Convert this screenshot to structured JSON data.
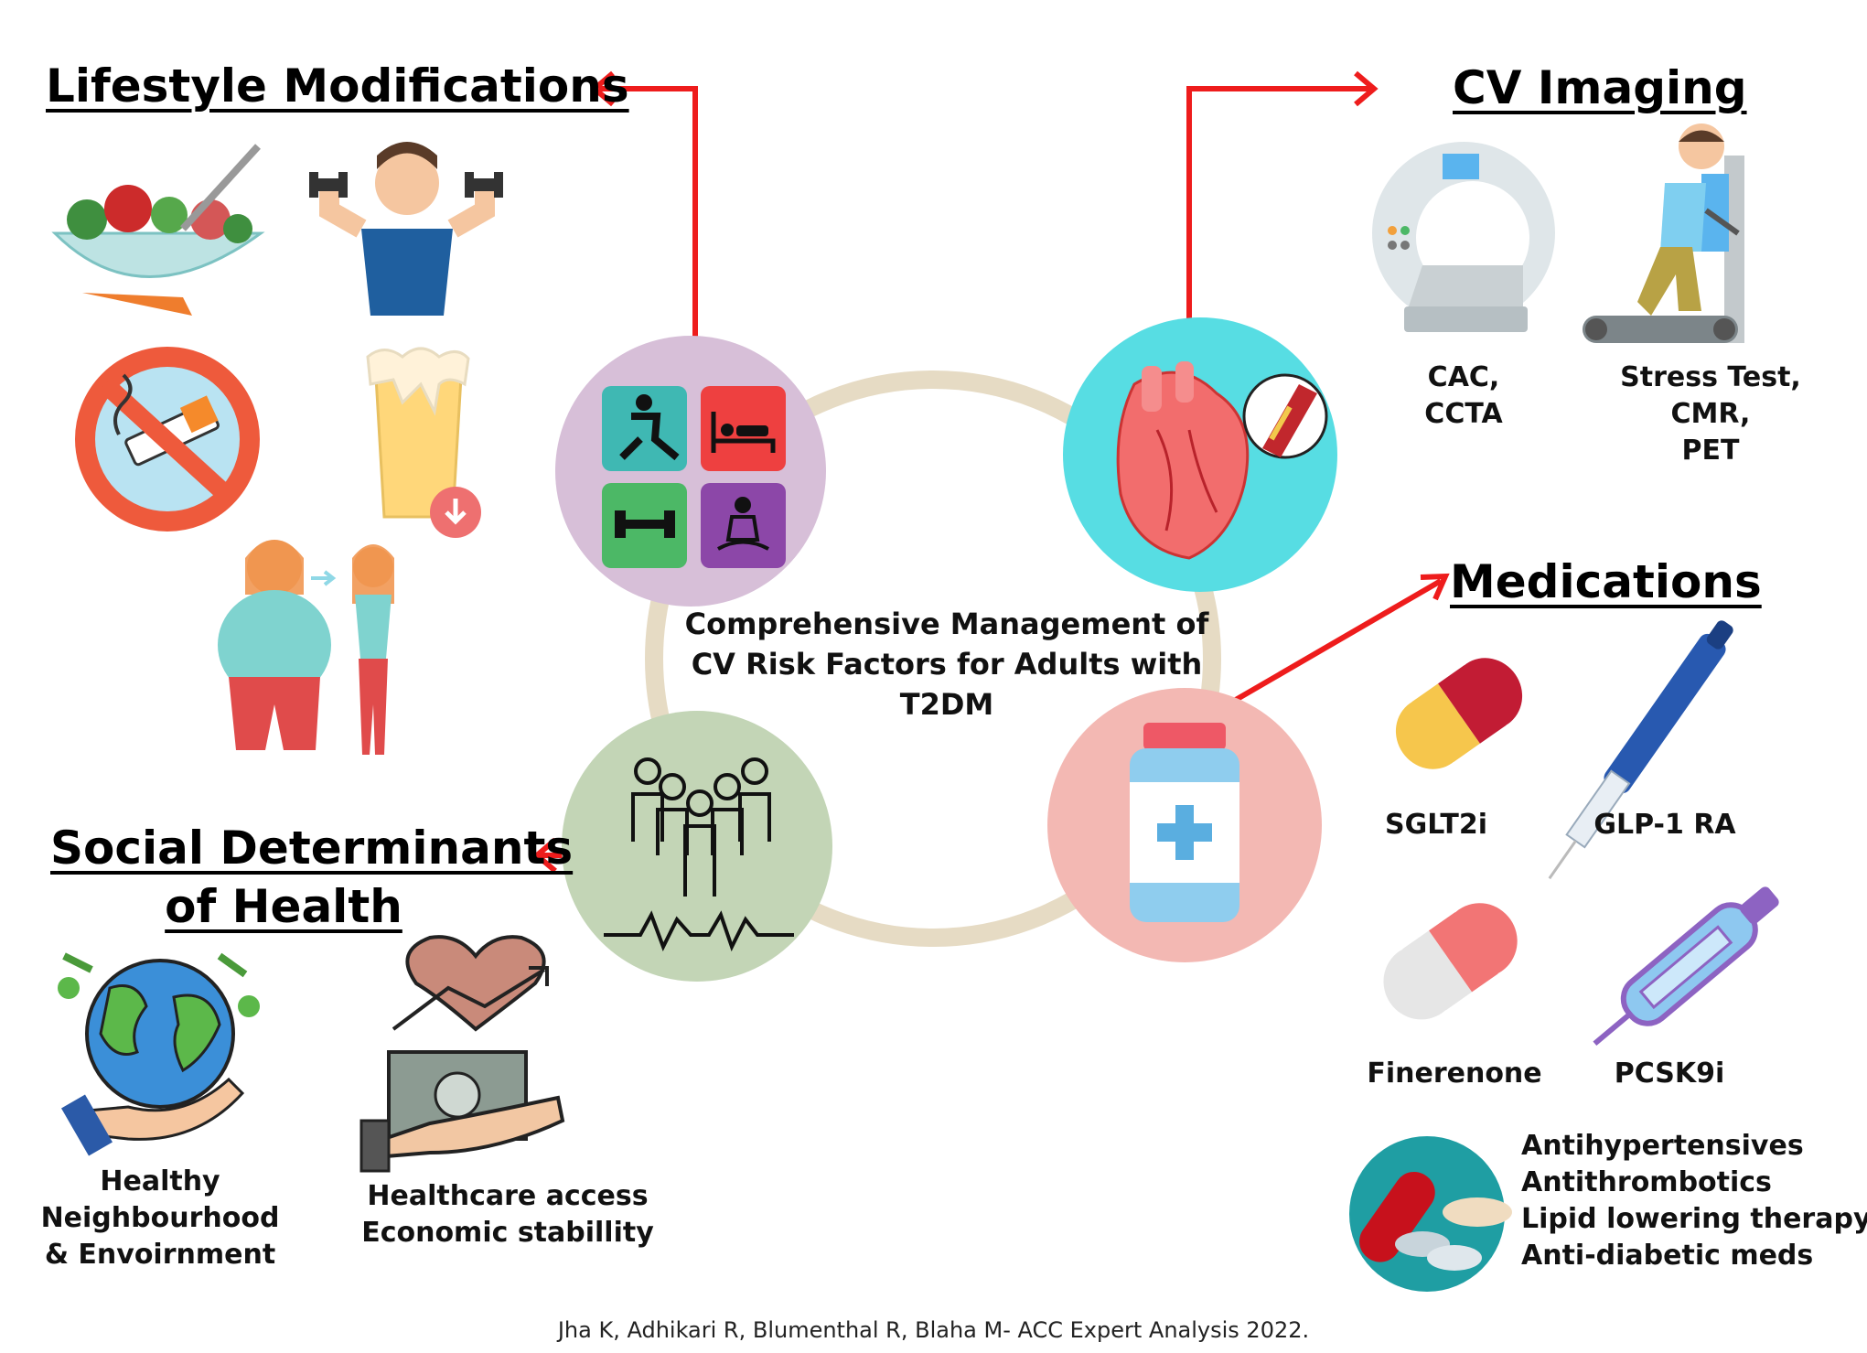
{
  "headings": {
    "lifestyle": "Lifestyle Modifications",
    "imaging": "CV Imaging",
    "medications": "Medications",
    "social_line1": "Social Determinants",
    "social_line2": "of Health"
  },
  "center_title": "Comprehensive Management of CV Risk Factors for Adults with T2DM",
  "imaging": {
    "cac": [
      "CAC,",
      "CCTA"
    ],
    "stress": [
      "Stress Test,",
      "CMR,",
      "PET"
    ]
  },
  "medications": {
    "sglt2i": "SGLT2i",
    "glp1": "GLP-1 RA",
    "finerenone": "Finerenone",
    "pcsk9i": "PCSK9i",
    "other": [
      "Antihypertensives",
      "Antithrombotics",
      "Lipid lowering therapy",
      "Anti-diabetic meds"
    ]
  },
  "social": {
    "neighbourhood": [
      "Healthy",
      "Neighbourhood",
      "& Envoirnment"
    ],
    "access": [
      "Healthcare access",
      "Economic stabillity"
    ]
  },
  "citation": "Jha K, Adhikari R, Blumenthal R, Blaha M- ACC Expert Analysis 2022.",
  "colors": {
    "arrow": "#ee1c1c",
    "ring": "#e6dbc4",
    "lifestyle_circle": "#d7bfd8",
    "imaging_circle": "#57dde3",
    "social_circle": "#c3d5b6",
    "med_circle": "#f3b8b3"
  }
}
